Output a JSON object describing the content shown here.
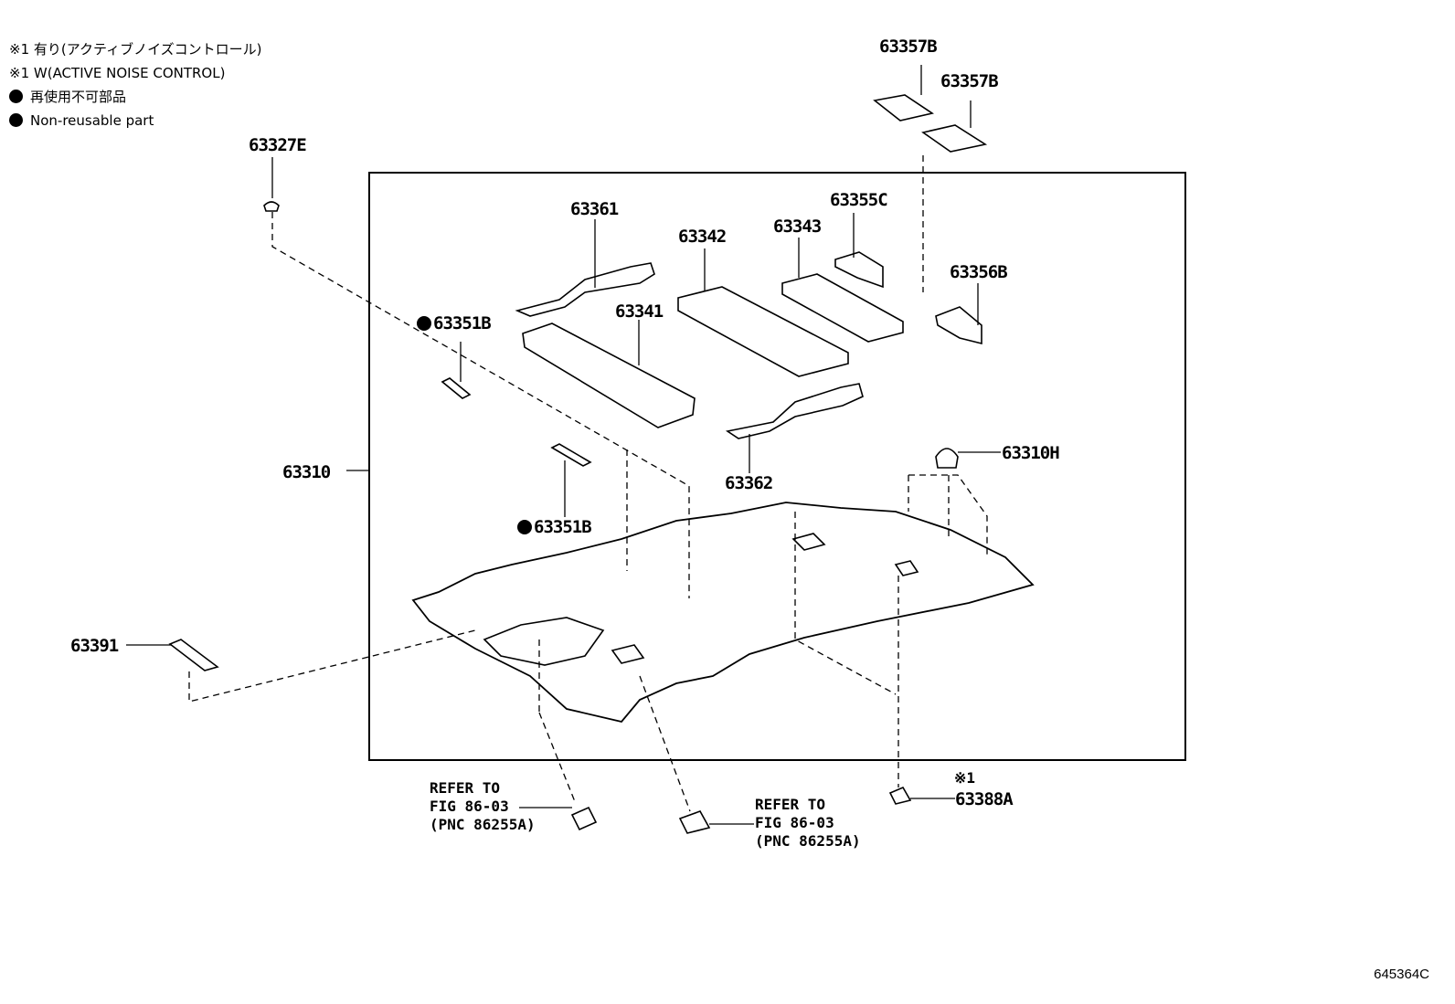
{
  "legend": {
    "note_jp": "※1 有り(アクティブノイズコントロール)",
    "note_en": "※1 W(ACTIVE NOISE CONTROL)",
    "nonreuse_jp": "再使用不可部品",
    "nonreuse_en": "Non-reusable part"
  },
  "parts": {
    "p63357b_top": "63357B",
    "p63357b_right": "63357B",
    "p63327e": "63327E",
    "p63361": "63361",
    "p63342": "63342",
    "p63343": "63343",
    "p63355c": "63355C",
    "p63356b": "63356B",
    "p63351b_upper": "63351B",
    "p63341": "63341",
    "p63310": "63310",
    "p63310h": "63310H",
    "p63362": "63362",
    "p63351b_lower": "63351B",
    "p63391": "63391",
    "p63388a_mark": "※1",
    "p63388a": "63388A"
  },
  "refs": {
    "left": {
      "line1": "REFER TO",
      "line2": "FIG 86-03",
      "line3": "(PNC 86255A)"
    },
    "right": {
      "line1": "REFER TO",
      "line2": "FIG 86-03",
      "line3": "(PNC 86255A)"
    }
  },
  "figure_code": "645364C"
}
